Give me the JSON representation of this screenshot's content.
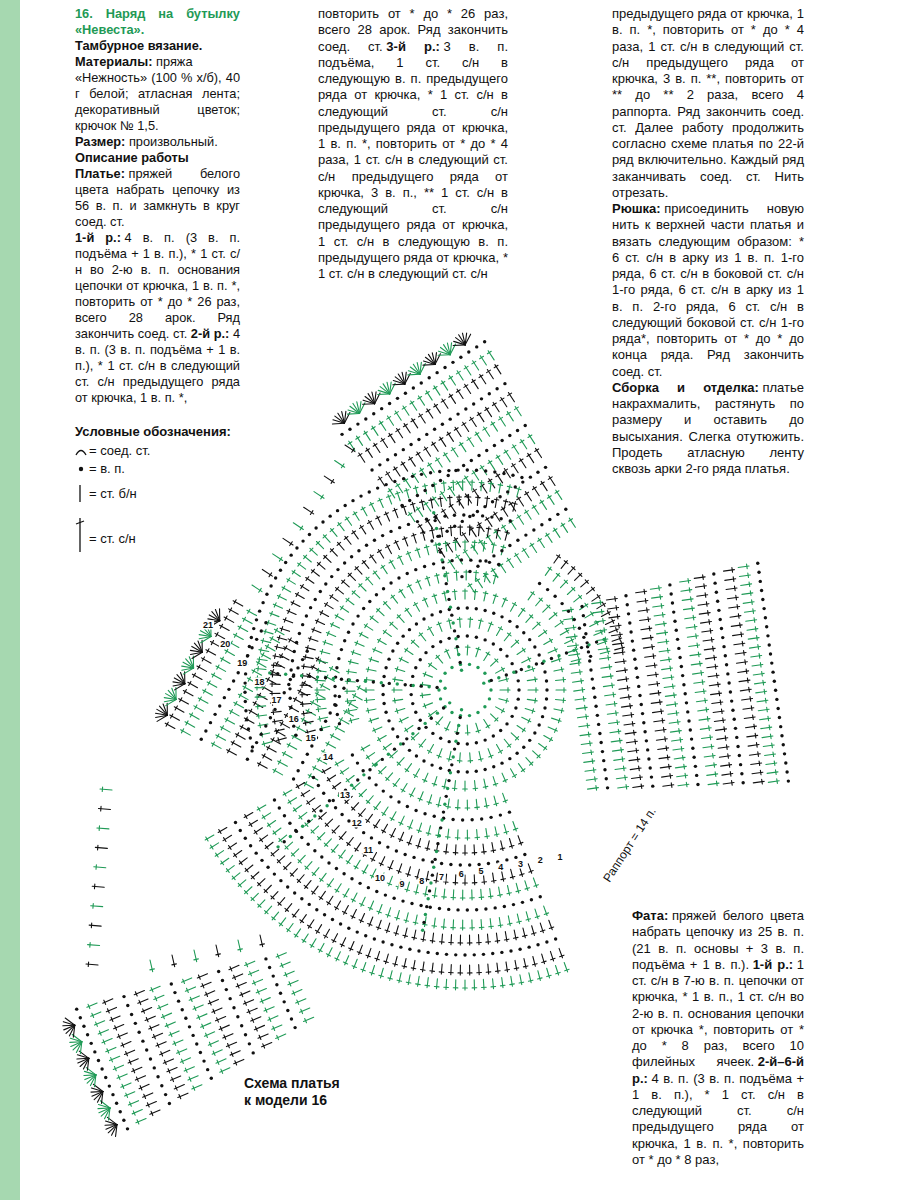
{
  "diagram": {
    "title": "16. Наряд на бутылку «Невеста».",
    "caption": "Схема платья к модели 16",
    "labels": [
      "Тамбурное вязание.",
      "Материалы:",
      "пряжа «Нежность» (100 % х/б), 40 г белой; атласная лента; декоративный цветок; крючок № 1,5.",
      "Размер:",
      "произвольный.",
      "Описание работы",
      "Платье:",
      "пряжей белого цвета набрать цепочку из 56 в. п. и замкнуть в круг соед. ст.",
      "1-й р.:",
      "4 в. п. (3 в. п. подъёма + 1 в. п.), * 1 ст. с/н во 2-ю в. п. основания цепочки от крючка, 1 в. п. *, повторить от * до * 26 раз, всего 28 арок. Ряд закончить соед. ст.",
      "2-й р.:",
      "4 в. п. (3 в. п. подъёма + 1 в. п.), * 1 ст. с/н в следующий ст. с/н предыдущего ряда от крючка, 1 в. п. *,",
      "повторить от * до * 26 раз, всего 28 арок. Ряд закончить соед. ст.",
      "3-й р.:",
      "3 в. п. подъёма, 1 ст. с/н в следующую в. п. предыдущего ряда от крючка, * 1 ст. с/н в следующий ст. с/н предыдущего ряда от крючка, 1 в. п. *, повторить от * до * 4 раза, 1 ст. с/н в следующий ст. с/н предыдущего ряда от крючка, 3 в. п., ** 1 ст. с/н в следующий ст. с/н предыдущего ряда от крючка, 1 ст. с/н в следующую в. п. предыдущего ряда от крючка, * 1 ст. с/н в следующий ст. с/н",
      "предыдущего ряда от крючка, 1 в. п. *, повторить от * до * 4 раза, 1 ст. с/н в следующий ст. с/н предыдущего ряда от крючка, 3 в. п. **, повторить от ** до ** 2 раза, всего 4 раппорта. Ряд закончить соед. ст. Далее работу продолжить согласно схеме платья по 22-й ряд включительно. Каждый ряд заканчивать соед. ст. Нить отрезать.",
      "Рюшка:",
      "присоединить новую нить к верхней части платья и вязать следующим образом: * 6 ст. с/н в арку из 1 в. п. 1-го ряда, 6 ст. с/н в боковой ст. с/н 1-го ряда, 6 ст. с/н в арку из 1 в. п. 2-го ряда, 6 ст. с/н в следующий боковой ст. с/н 1-го ряда*, повторить от * до * до конца ряда. Ряд закончить соед. ст.",
      "Сборка и отделка:",
      "платье накрахмалить, растянуть по размеру и оставить до высыхания. Слегка отутюжить. Продеть атласную ленту сквозь арки 2-го ряда платья.",
      "Условные обозначения:",
      "1",
      "2",
      "3",
      "4",
      "5",
      "6",
      "7",
      "8",
      "9",
      "10",
      "11",
      "12",
      "13",
      "14",
      "15",
      "16",
      "17",
      "18",
      "19",
      "20",
      "21",
      "Раппорт = 14 п.",
      "Фата:",
      "пряжей белого цвета набрать цепочку из 25 в. п. (21 в. п. основы + 3 в. п. подъёма + 1 в. п.).",
      "1-й р.:",
      "1 ст. с/н в 7-ю в. п. цепочки от крючка, * 1 в. п., 1 ст. с/н во 2-ю в. п. основания цепочки от крючка *, повторить от * до * 8 раз, всего 10 филейных ячеек.",
      "2-й–6-й р.:",
      "4 в. п. (3 в. п. подъёма + 1 в. п.), * 1 ст. с/н в следующий ст. с/н предыдущего ряда от крючка, 1 в. п. *, повторить от * до * 8 раз,"
    ],
    "legend": [
      {
        "text": "= соед. ст."
      },
      {
        "text": "= в. п."
      },
      {
        "text": "= ст. б/н"
      },
      {
        "text": "= ст. с/н"
      }
    ]
  }
}
